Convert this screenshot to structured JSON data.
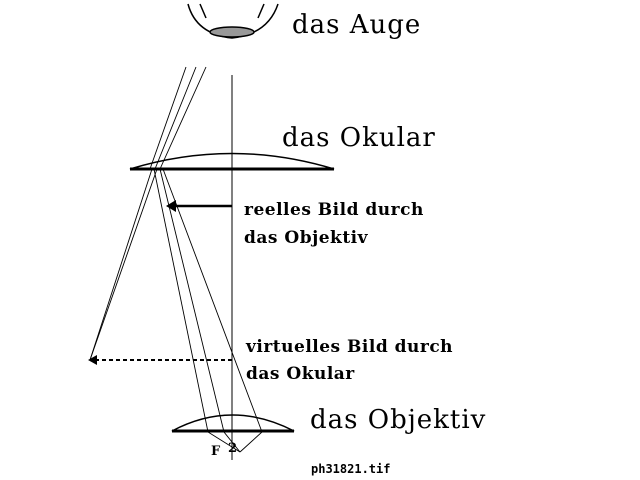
{
  "labels": {
    "eye": "das Auge",
    "eyepiece": "das Okular",
    "real_image": [
      "reelles Bild durch",
      "das Objektiv"
    ],
    "virtual_image": [
      "virtuelles Bild durch",
      "das Okular"
    ],
    "objective": "das Objektiv",
    "focal_point": "F",
    "focal_index": "2",
    "filename": "ph31821.tif"
  },
  "colors": {
    "ink": "#000000",
    "pupil": "#999999",
    "background": "#ffffff"
  }
}
